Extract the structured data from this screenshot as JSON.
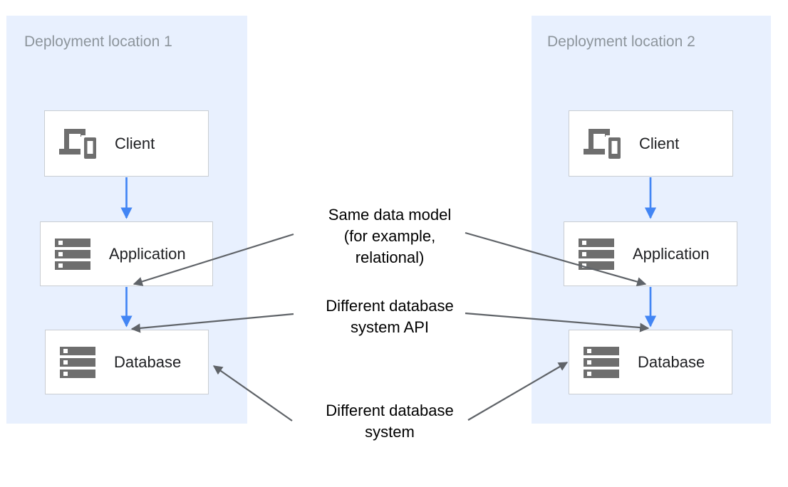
{
  "panels": [
    {
      "title": "Deployment location 1",
      "nodes": [
        {
          "label": "Client",
          "icon": "devices-icon"
        },
        {
          "label": "Application",
          "icon": "storage-icon"
        },
        {
          "label": "Database",
          "icon": "storage-icon"
        }
      ]
    },
    {
      "title": "Deployment location 2",
      "nodes": [
        {
          "label": "Client",
          "icon": "devices-icon"
        },
        {
          "label": "Application",
          "icon": "storage-icon"
        },
        {
          "label": "Database",
          "icon": "storage-icon"
        }
      ]
    }
  ],
  "annotations": [
    {
      "lines": [
        "Same data model",
        "(for example,",
        "relational)"
      ]
    },
    {
      "lines": [
        "Different database",
        "system API"
      ]
    },
    {
      "lines": [
        "Different database",
        "system"
      ]
    }
  ],
  "flow_arrows": [
    {
      "panel": "Deployment location 1",
      "from": "Client",
      "to": "Application"
    },
    {
      "panel": "Deployment location 1",
      "from": "Application",
      "to": "Database"
    },
    {
      "panel": "Deployment location 2",
      "from": "Client",
      "to": "Application"
    },
    {
      "panel": "Deployment location 2",
      "from": "Application",
      "to": "Database"
    }
  ],
  "annotation_targets": [
    {
      "label": "Same data model (for example, relational)",
      "points_to": [
        "Application (location 1)",
        "Application (location 2)"
      ]
    },
    {
      "label": "Different database system API",
      "points_to": [
        "Database (location 1)",
        "Database (location 2)"
      ]
    },
    {
      "label": "Different database system",
      "points_to": [
        "Database (location 1)",
        "Database (location 2)"
      ]
    }
  ],
  "colors": {
    "panel_bg": "#e8f0fe",
    "panel_title": "#8d959c",
    "node_bg": "#ffffff",
    "node_border": "#c9cdd2",
    "node_label": "#202124",
    "icon_gray": "#6e6e6e",
    "flow_arrow_blue": "#4285f4",
    "annotation_arrow_gray": "#5f6368",
    "annotation_text": "#000000"
  }
}
